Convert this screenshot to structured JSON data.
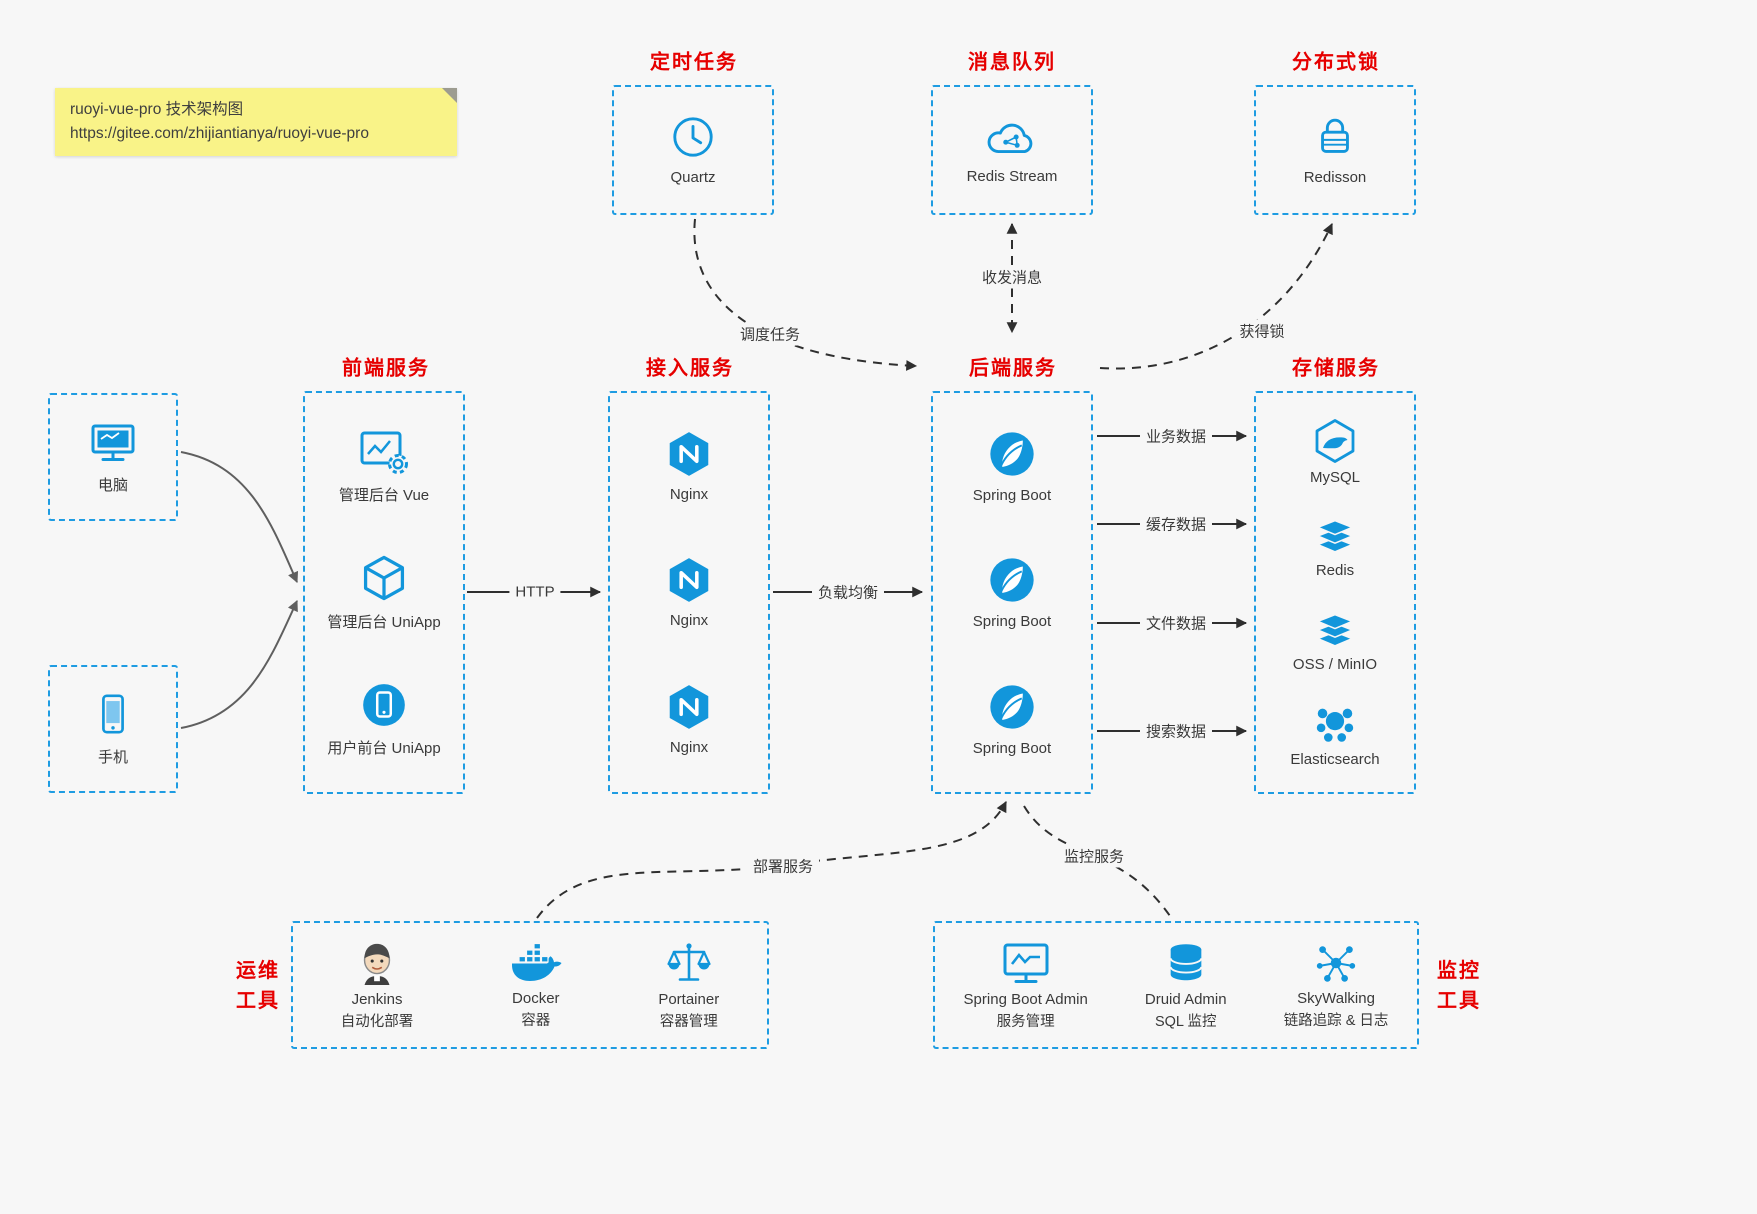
{
  "colors": {
    "accent_blue": "#1296db",
    "dashed_border_blue": "#1e9ce2",
    "title_red": "#e60000",
    "note_yellow": "#f9f388",
    "background": "#f7f7f7"
  },
  "note": {
    "line1": "ruoyi-vue-pro 技术架构图",
    "line2": "https://gitee.com/zhijiantianya/ruoyi-vue-pro"
  },
  "top_groups": {
    "scheduler": {
      "title": "定时任务",
      "item": {
        "label": "Quartz",
        "icon": "clock-icon"
      }
    },
    "mq": {
      "title": "消息队列",
      "item": {
        "label": "Redis Stream",
        "icon": "cloud-stream-icon"
      }
    },
    "lock": {
      "title": "分布式锁",
      "item": {
        "label": "Redisson",
        "icon": "lock-icon"
      }
    }
  },
  "clients": {
    "pc": {
      "label": "电脑",
      "icon": "desktop-icon"
    },
    "mobile": {
      "label": "手机",
      "icon": "smartphone-icon"
    }
  },
  "columns": {
    "frontend": {
      "title": "前端服务",
      "items": [
        {
          "label": "管理后台 Vue",
          "icon": "admin-vue-icon"
        },
        {
          "label": "管理后台 UniApp",
          "icon": "admin-uniapp-icon"
        },
        {
          "label": "用户前台 UniApp",
          "icon": "user-uniapp-icon"
        }
      ]
    },
    "gateway": {
      "title": "接入服务",
      "items": [
        {
          "label": "Nginx",
          "icon": "nginx-icon"
        },
        {
          "label": "Nginx",
          "icon": "nginx-icon"
        },
        {
          "label": "Nginx",
          "icon": "nginx-icon"
        }
      ]
    },
    "backend": {
      "title": "后端服务",
      "items": [
        {
          "label": "Spring Boot",
          "icon": "spring-boot-icon"
        },
        {
          "label": "Spring Boot",
          "icon": "spring-boot-icon"
        },
        {
          "label": "Spring Boot",
          "icon": "spring-boot-icon"
        }
      ]
    },
    "storage": {
      "title": "存储服务",
      "items": [
        {
          "label": "MySQL",
          "icon": "mysql-icon"
        },
        {
          "label": "Redis",
          "icon": "redis-icon"
        },
        {
          "label": "OSS / MinIO",
          "icon": "oss-minio-icon"
        },
        {
          "label": "Elasticsearch",
          "icon": "elasticsearch-icon"
        }
      ]
    }
  },
  "edges": {
    "http": "HTTP",
    "load_balance": "负载均衡",
    "schedule_task": "调度任务",
    "send_receive": "收发消息",
    "acquire_lock": "获得锁",
    "business_data": "业务数据",
    "cache_data": "缓存数据",
    "file_data": "文件数据",
    "search_data": "搜索数据",
    "deploy_service": "部署服务",
    "monitor_service": "监控服务"
  },
  "ops_tools": {
    "title_line1": "运维",
    "title_line2": "工具",
    "items": [
      {
        "label": "Jenkins",
        "sub": "自动化部署",
        "icon": "jenkins-icon"
      },
      {
        "label": "Docker",
        "sub": "容器",
        "icon": "docker-icon"
      },
      {
        "label": "Portainer",
        "sub": "容器管理",
        "icon": "portainer-icon"
      }
    ]
  },
  "monitor_tools": {
    "title_line1": "监控",
    "title_line2": "工具",
    "items": [
      {
        "label": "Spring Boot Admin",
        "sub": "服务管理",
        "icon": "spring-boot-admin-icon"
      },
      {
        "label": "Druid Admin",
        "sub": "SQL 监控",
        "icon": "druid-icon"
      },
      {
        "label": "SkyWalking",
        "sub": "链路追踪 & 日志",
        "icon": "skywalking-icon"
      }
    ]
  }
}
